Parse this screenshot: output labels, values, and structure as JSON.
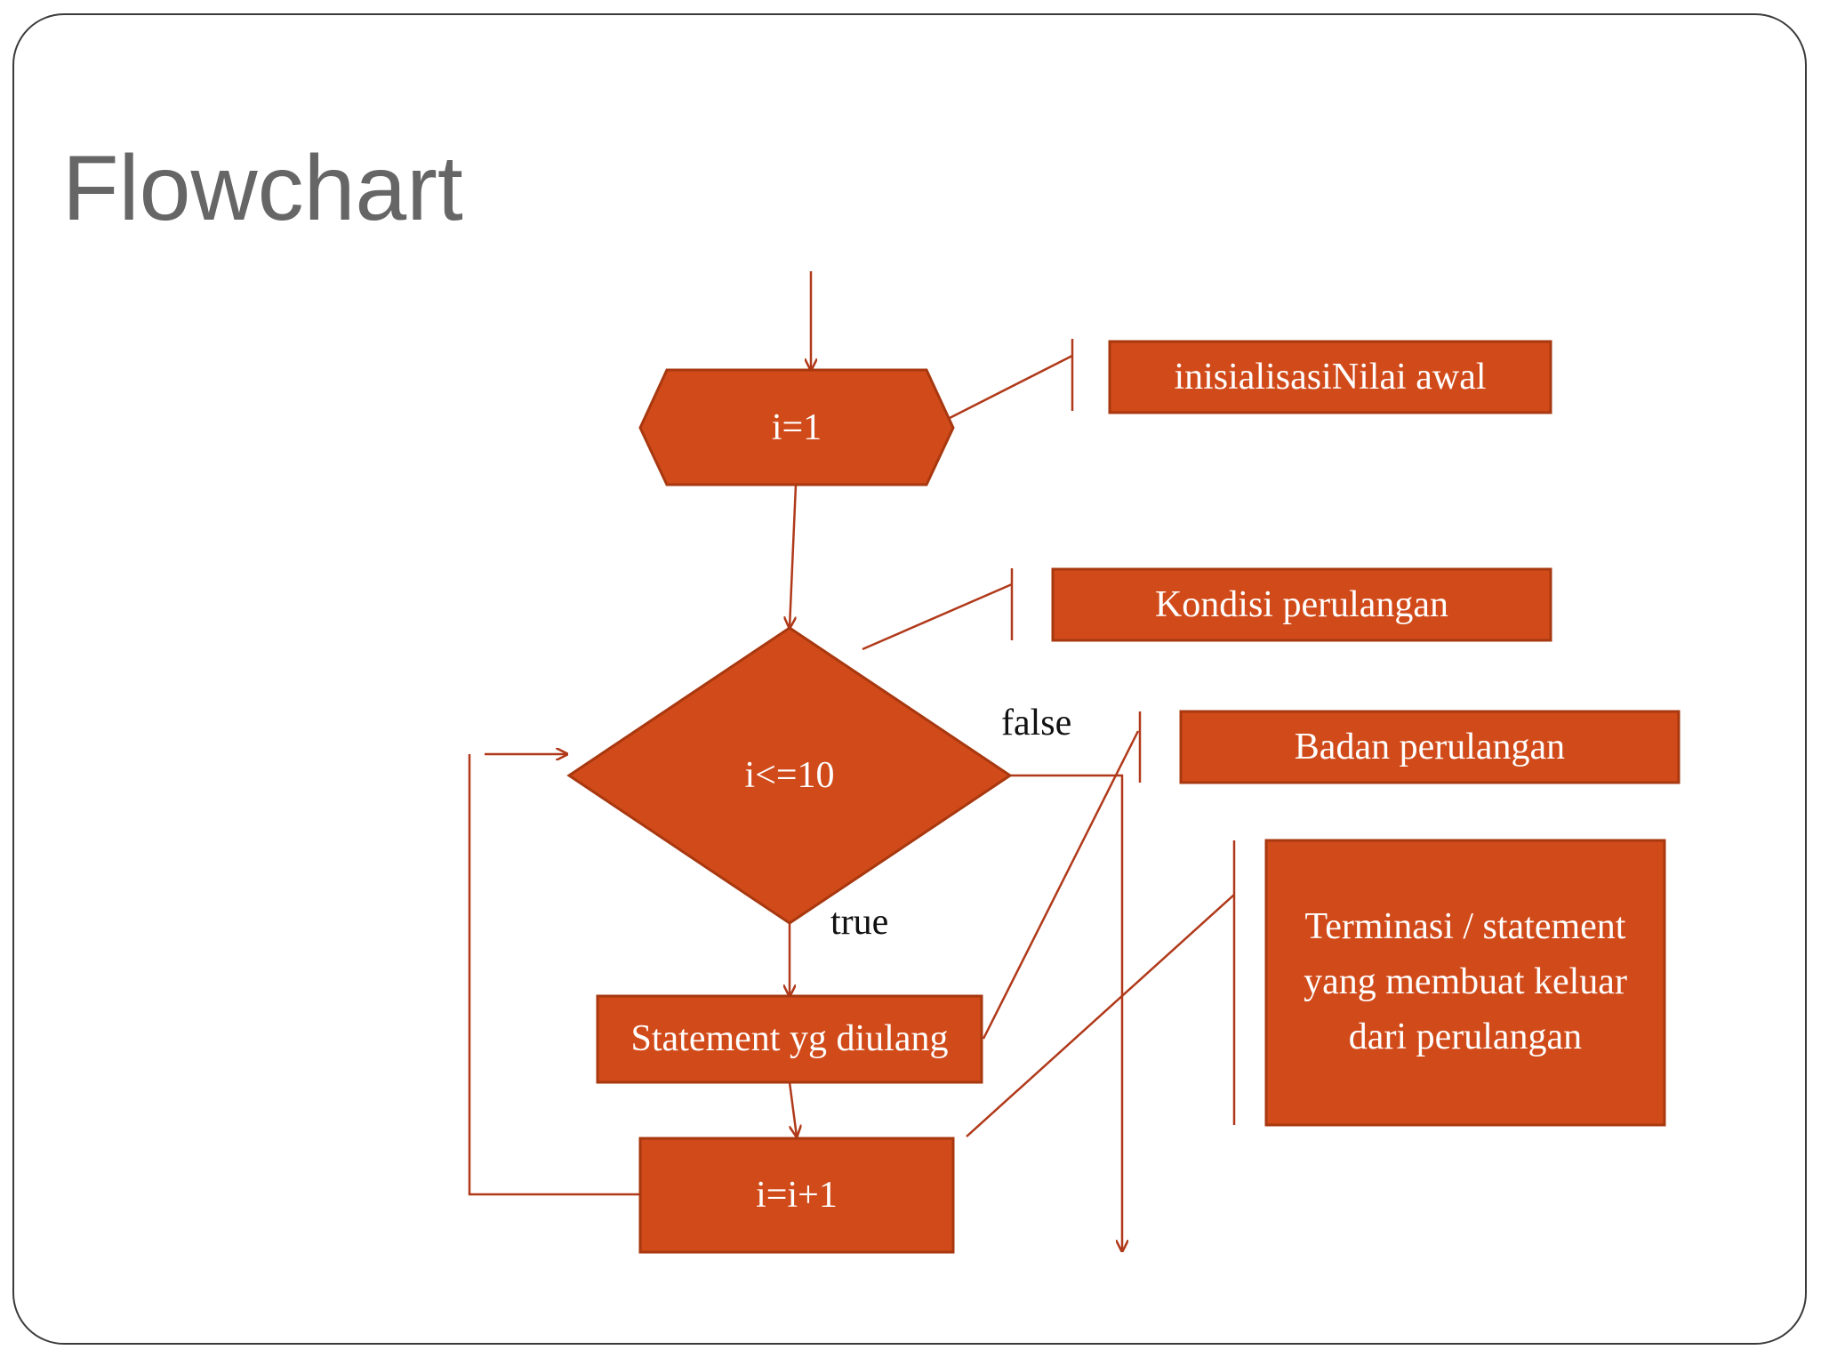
{
  "title": "Flowchart",
  "colors": {
    "node_fill": "#d14a1a",
    "line": "#b0391a",
    "title": "#666666"
  },
  "nodes": {
    "init": "i=1",
    "condition": "i<=10",
    "body": "Statement yg diulang",
    "increment": "i=i+1"
  },
  "edge_labels": {
    "false": "false",
    "true": "true"
  },
  "annotations": {
    "init": "inisialisasiNilai awal",
    "condition": "Kondisi perulangan",
    "body": "Badan perulangan",
    "termination_lines": [
      "Terminasi / statement",
      "yang membuat keluar",
      "dari perulangan"
    ]
  }
}
